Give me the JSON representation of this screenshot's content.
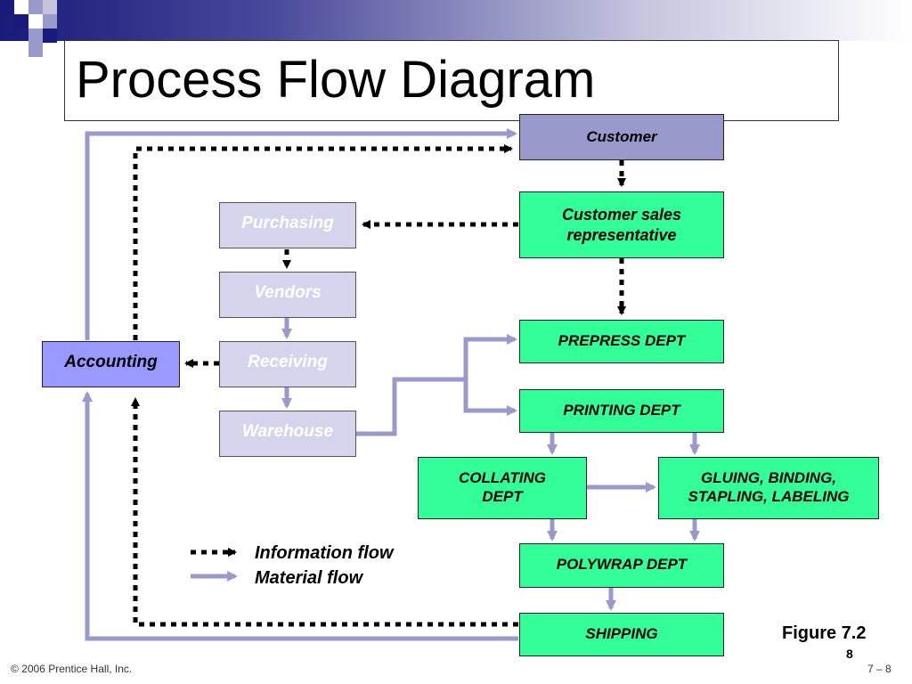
{
  "title": "Process Flow Diagram",
  "nodes": {
    "customer": "Customer",
    "csr": "Customer sales representative",
    "purchasing": "Purchasing",
    "vendors": "Vendors",
    "receiving": "Receiving",
    "warehouse": "Warehouse",
    "accounting": "Accounting",
    "prepress": "PREPRESS DEPT",
    "printing": "PRINTING DEPT",
    "collating": "COLLATING DEPT",
    "gluing": "GLUING, BINDING, STAPLING, LABELING",
    "polywrap": "POLYWRAP DEPT",
    "shipping": "SHIPPING"
  },
  "legend": {
    "information": "Information flow",
    "material": "Material flow"
  },
  "figure_label": "Figure 7.2",
  "page_number": "8",
  "footer": {
    "copyright": "© 2006 Prentice Hall, Inc.",
    "slide": "7 – 8"
  },
  "colors": {
    "department": "#33ff99",
    "customer": "#9999cc",
    "accounting": "#9999ff",
    "supply": "#d4d4ec",
    "material_flow": "#9999cc",
    "information_flow": "#000000"
  }
}
